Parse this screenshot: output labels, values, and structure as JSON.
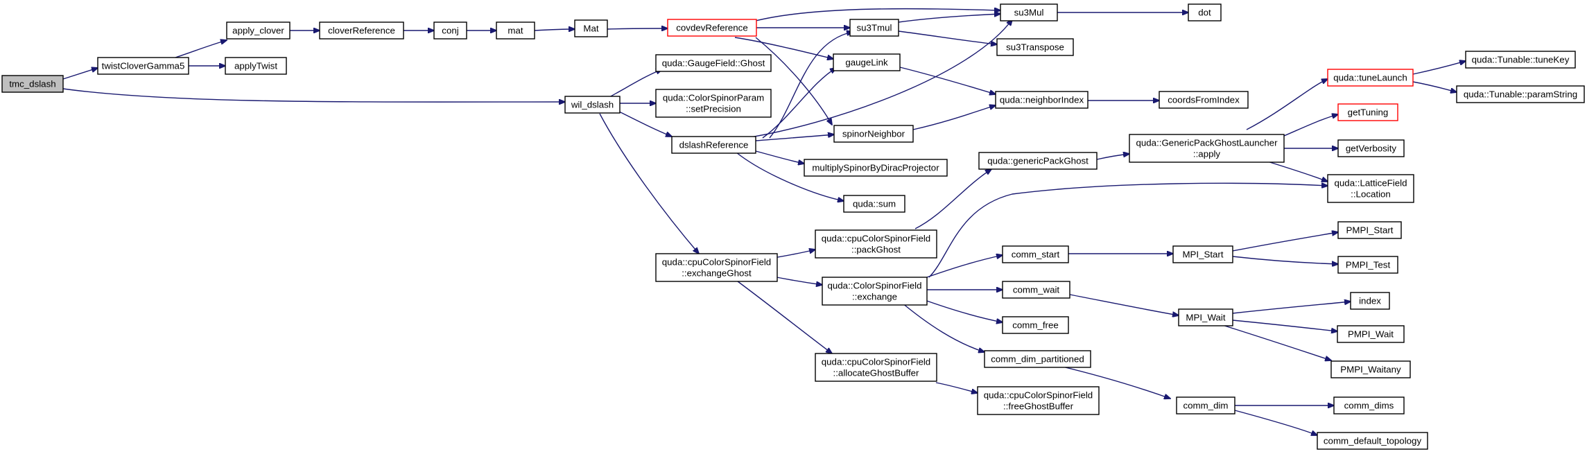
{
  "colors": {
    "edge": "#191970",
    "highlight_border": "#ff0000",
    "root_fill": "#bfbfbf",
    "node_border": "#000000"
  },
  "nodes": {
    "tmc_dslash": [
      "tmc_dslash"
    ],
    "twistCloverGamma5": [
      "twistCloverGamma5"
    ],
    "apply_clover": [
      "apply_clover"
    ],
    "cloverReference": [
      "cloverReference"
    ],
    "conj": [
      "conj"
    ],
    "mat": [
      "mat"
    ],
    "Mat": [
      "Mat"
    ],
    "covdevReference": [
      "covdevReference"
    ],
    "su3Mul": [
      "su3Mul"
    ],
    "dot": [
      "dot"
    ],
    "su3Tmul": [
      "su3Tmul"
    ],
    "su3Transpose": [
      "su3Transpose"
    ],
    "gaugeLink": [
      "gaugeLink"
    ],
    "applyTwist": [
      "applyTwist"
    ],
    "GaugeField_Ghost": [
      "quda::GaugeField::Ghost"
    ],
    "ColorSpinorParam_setPrecision": [
      "quda::ColorSpinorParam",
      "::setPrecision"
    ],
    "wil_dslash": [
      "wil_dslash"
    ],
    "dslashReference": [
      "dslashReference"
    ],
    "spinorNeighbor": [
      "spinorNeighbor"
    ],
    "neighborIndex": [
      "quda::neighborIndex"
    ],
    "coordsFromIndex": [
      "coordsFromIndex"
    ],
    "multiplySpinorByDiracProjector": [
      "multiplySpinorByDiracProjector"
    ],
    "quda_sum": [
      "quda::sum"
    ],
    "tuneLaunch": [
      "quda::tuneLaunch"
    ],
    "Tunable_tuneKey": [
      "quda::Tunable::tuneKey"
    ],
    "Tunable_paramString": [
      "quda::Tunable::paramString"
    ],
    "getTuning": [
      "getTuning"
    ],
    "getVerbosity": [
      "getVerbosity"
    ],
    "GenericPackGhostLauncher_apply": [
      "quda::GenericPackGhostLauncher",
      "::apply"
    ],
    "genericPackGhost": [
      "quda::genericPackGhost"
    ],
    "LatticeField_Location": [
      "quda::LatticeField",
      "::Location"
    ],
    "cpuColorSpinorField_packGhost": [
      "quda::cpuColorSpinorField",
      "::packGhost"
    ],
    "cpuColorSpinorField_exchangeGhost": [
      "quda::cpuColorSpinorField",
      "::exchangeGhost"
    ],
    "ColorSpinorField_exchange": [
      "quda::ColorSpinorField",
      "::exchange"
    ],
    "comm_start": [
      "comm_start"
    ],
    "MPI_Start": [
      "MPI_Start"
    ],
    "PMPI_Start": [
      "PMPI_Start"
    ],
    "PMPI_Test": [
      "PMPI_Test"
    ],
    "comm_wait": [
      "comm_wait"
    ],
    "MPI_Wait": [
      "MPI_Wait"
    ],
    "index": [
      "index"
    ],
    "PMPI_Wait": [
      "PMPI_Wait"
    ],
    "PMPI_Waitany": [
      "PMPI_Waitany"
    ],
    "comm_free": [
      "comm_free"
    ],
    "comm_dim_partitioned": [
      "comm_dim_partitioned"
    ],
    "comm_dim": [
      "comm_dim"
    ],
    "comm_dims": [
      "comm_dims"
    ],
    "comm_default_topology": [
      "comm_default_topology"
    ],
    "cpuColorSpinorField_allocateGhostBuffer": [
      "quda::cpuColorSpinorField",
      "::allocateGhostBuffer"
    ],
    "cpuColorSpinorField_freeGhostBuffer": [
      "quda::cpuColorSpinorField",
      "::freeGhostBuffer"
    ]
  }
}
